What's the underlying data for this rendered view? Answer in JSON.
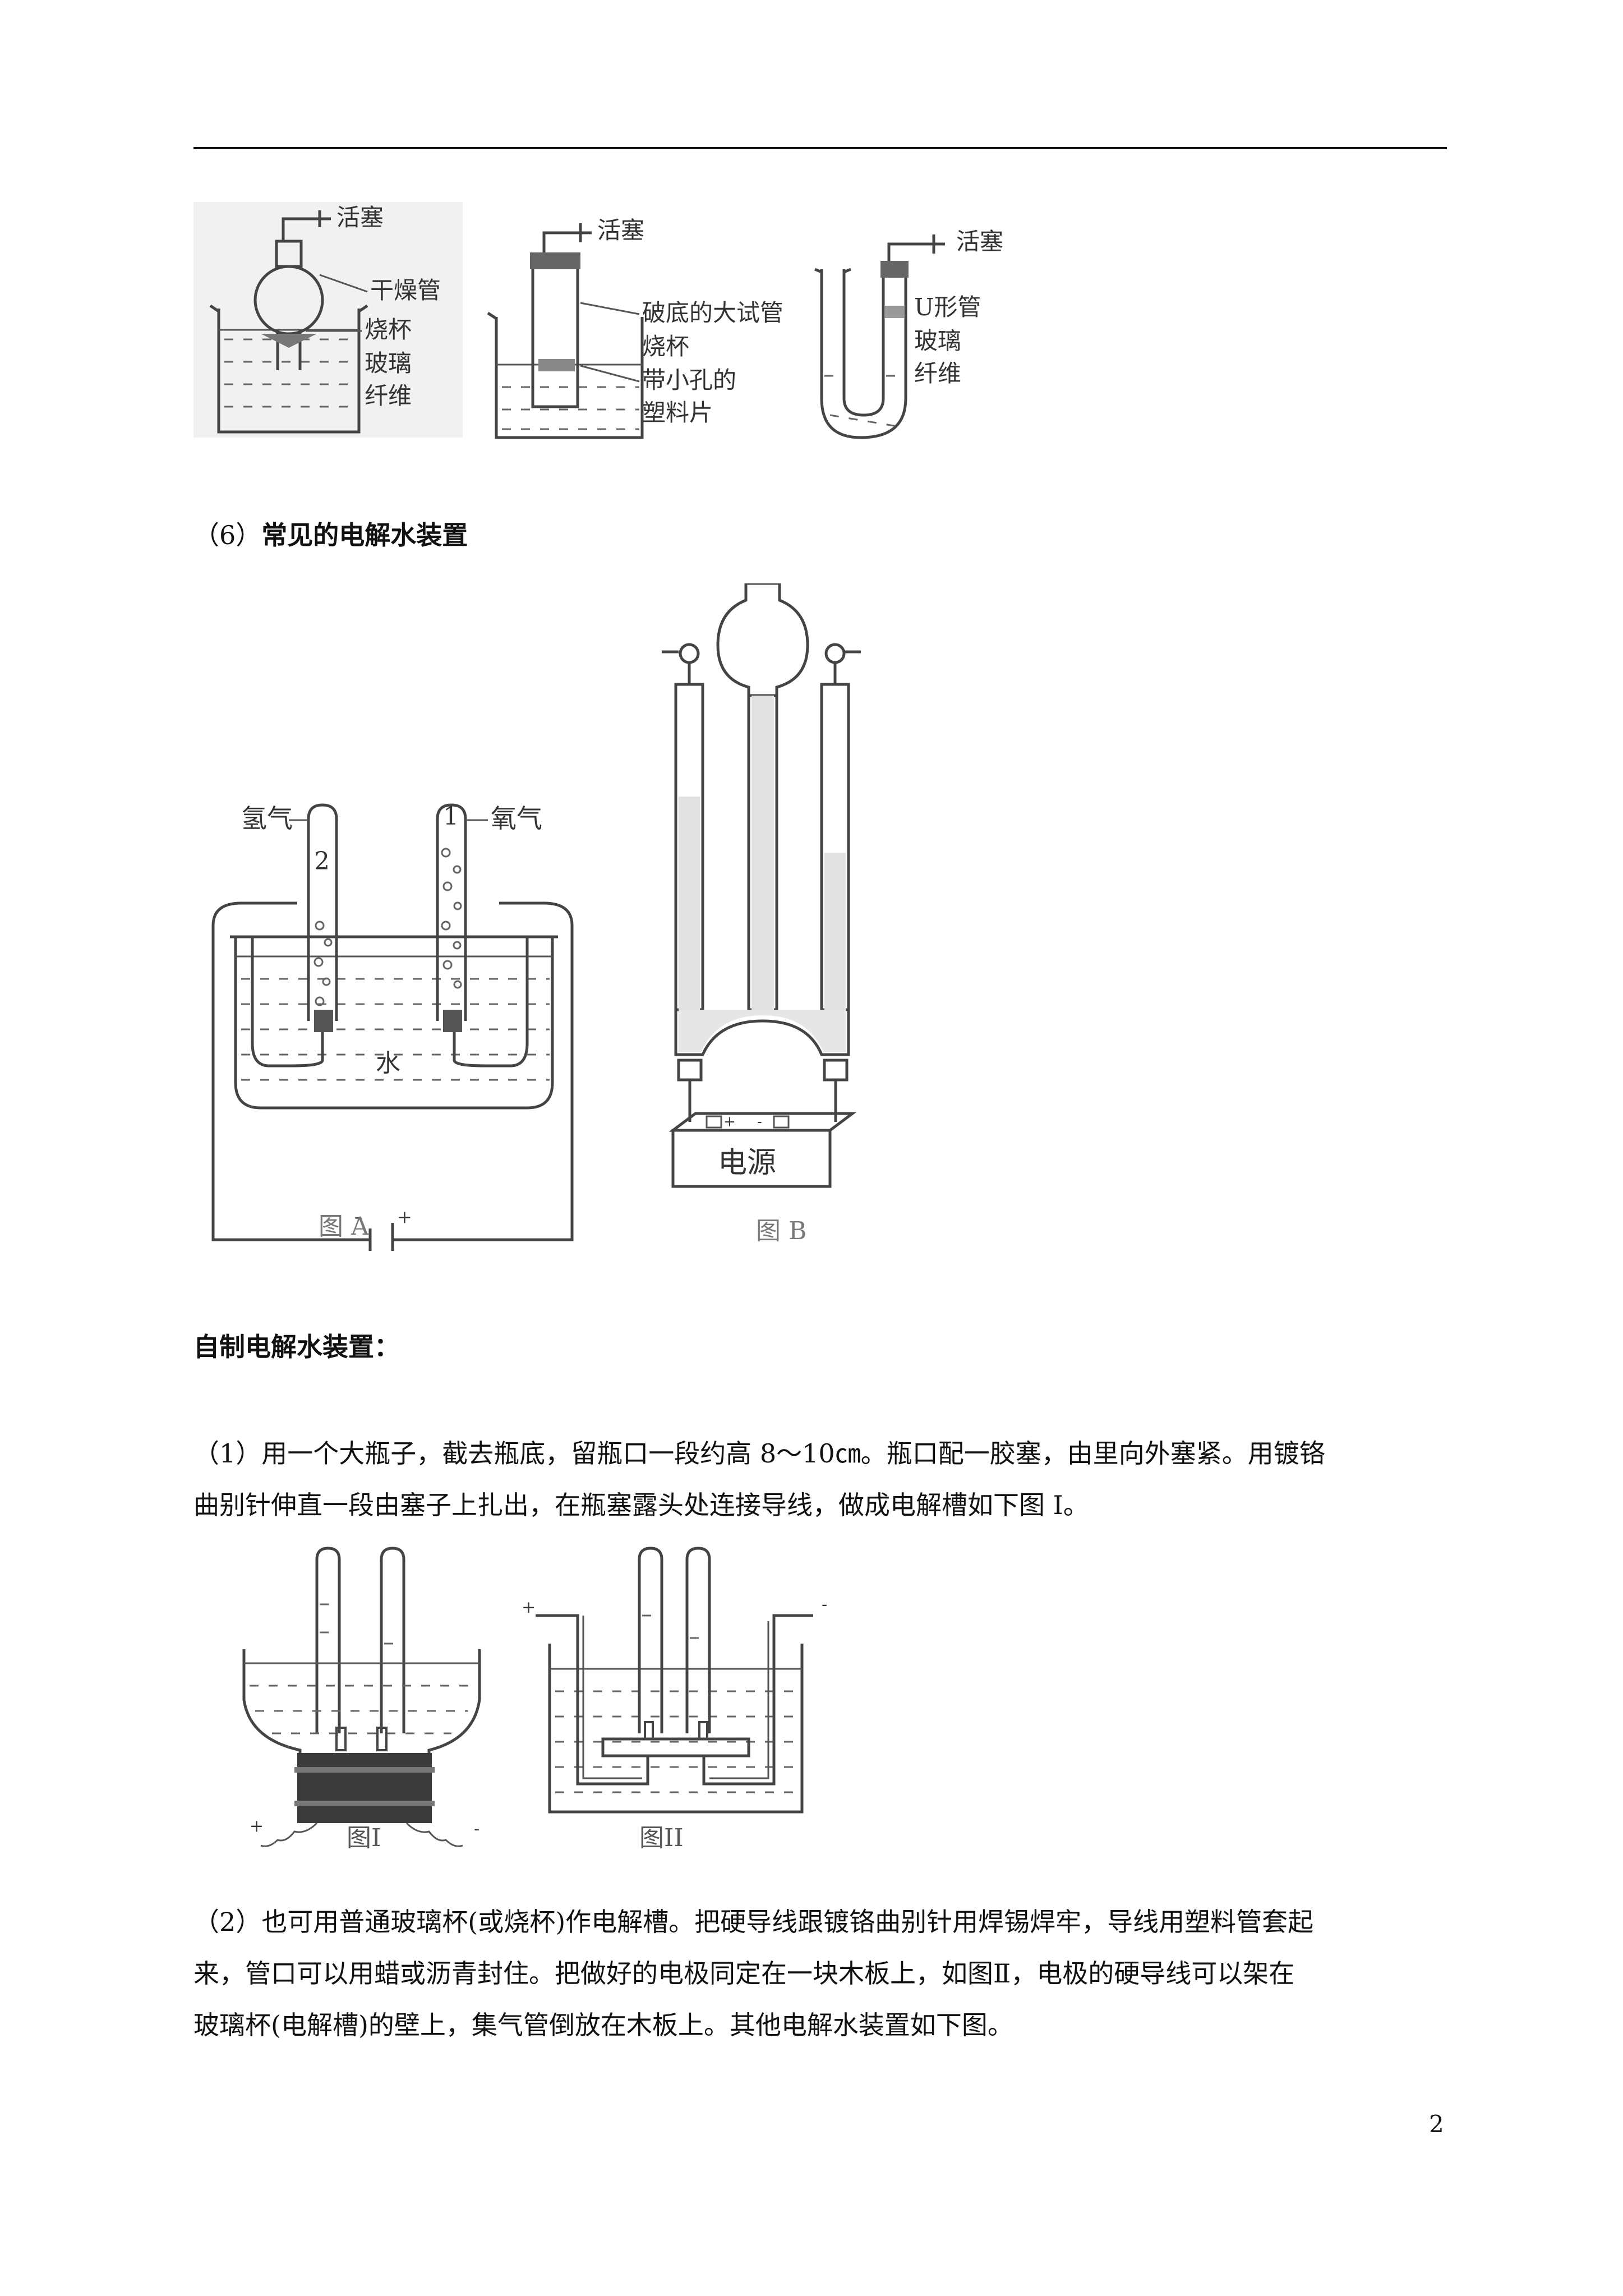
{
  "gas_generators": {
    "fig1_labels": [
      "活塞",
      "干燥管",
      "烧杯",
      "玻璃",
      "纤维"
    ],
    "fig2_labels": [
      "活塞",
      "破底的大试管",
      "烧杯",
      "带小孔的",
      "塑料片"
    ],
    "fig3_labels": [
      "活塞",
      "U形管",
      "玻璃",
      "纤维"
    ]
  },
  "section6": {
    "number": "（6）",
    "title": "常见的电解水装置"
  },
  "figA": {
    "hydrogen": "氢气",
    "oxygen": "氧气",
    "tube2": "2",
    "tube1": "1",
    "water": "水",
    "minus": "-",
    "plus": "+",
    "caption": "图 A"
  },
  "figB": {
    "power": "电源",
    "plus": "+",
    "minus": "-",
    "caption": "图 B"
  },
  "homemade": {
    "title": "自制电解水装置："
  },
  "para1": {
    "line1": "（1）用一个大瓶子，截去瓶底，留瓶口一段约高 8～10㎝。瓶口配一胶塞，由里向外塞紧。用镀铬",
    "line2": "曲别针伸直一段由塞子上扎出，在瓶塞露头处连接导线，做成电解槽如下图 I。"
  },
  "figI": {
    "caption": "图I",
    "plus": "+",
    "minus": "-"
  },
  "figII": {
    "caption": "图II",
    "plus": "+",
    "minus": "-"
  },
  "para2": {
    "line1": "（2）也可用普通玻璃杯(或烧杯)作电解槽。把硬导线跟镀铬曲别针用焊锡焊牢，导线用塑料管套起",
    "line2": "来，管口可以用蜡或沥青封住。把做好的电极同定在一块木板上，如图Ⅱ，电极的硬导线可以架在",
    "line3": "玻璃杯(电解槽)的壁上，集气管倒放在木板上。其他电解水装置如下图。"
  },
  "page_number": "2"
}
